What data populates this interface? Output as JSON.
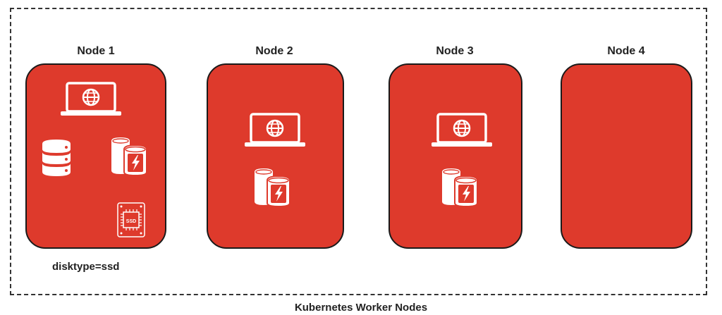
{
  "cluster": {
    "label": "Kubernetes Worker Nodes"
  },
  "nodes": [
    {
      "title": "Node 1",
      "label": "disktype=ssd",
      "icons": [
        "laptop-globe-icon",
        "database-icon",
        "storage-drive-icon",
        "ssd-chip-icon"
      ]
    },
    {
      "title": "Node 2",
      "icons": [
        "laptop-globe-icon",
        "storage-drive-icon"
      ]
    },
    {
      "title": "Node 3",
      "icons": [
        "laptop-globe-icon",
        "storage-drive-icon"
      ]
    },
    {
      "title": "Node 4",
      "icons": []
    }
  ],
  "icons": {
    "ssd_text": "SSD"
  },
  "colors": {
    "node_fill": "#DE3A2C",
    "icon": "#FFFFFF",
    "border": "#1A1A1A"
  }
}
